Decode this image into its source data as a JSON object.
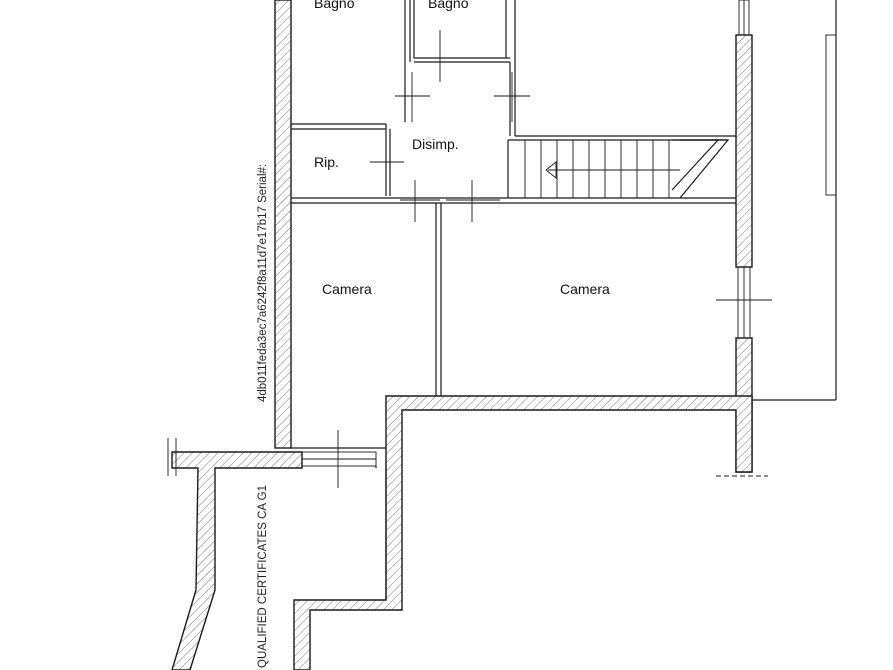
{
  "rooms": {
    "bagno_1": "Bagno",
    "bagno_2": "Bagno",
    "ripostiglio": "Rip.",
    "disimpegno": "Disimp.",
    "camera_1": "Camera",
    "camera_2": "Camera"
  },
  "stamp": {
    "serial_line": "4db011feda3ec7a6242f8a11d7e17b17  Serial#:",
    "issuer_line": "QUALIFIED CERTIFICATES CA G1"
  },
  "colors": {
    "ink": "#1a1a1a",
    "paper": "#ffffff"
  }
}
